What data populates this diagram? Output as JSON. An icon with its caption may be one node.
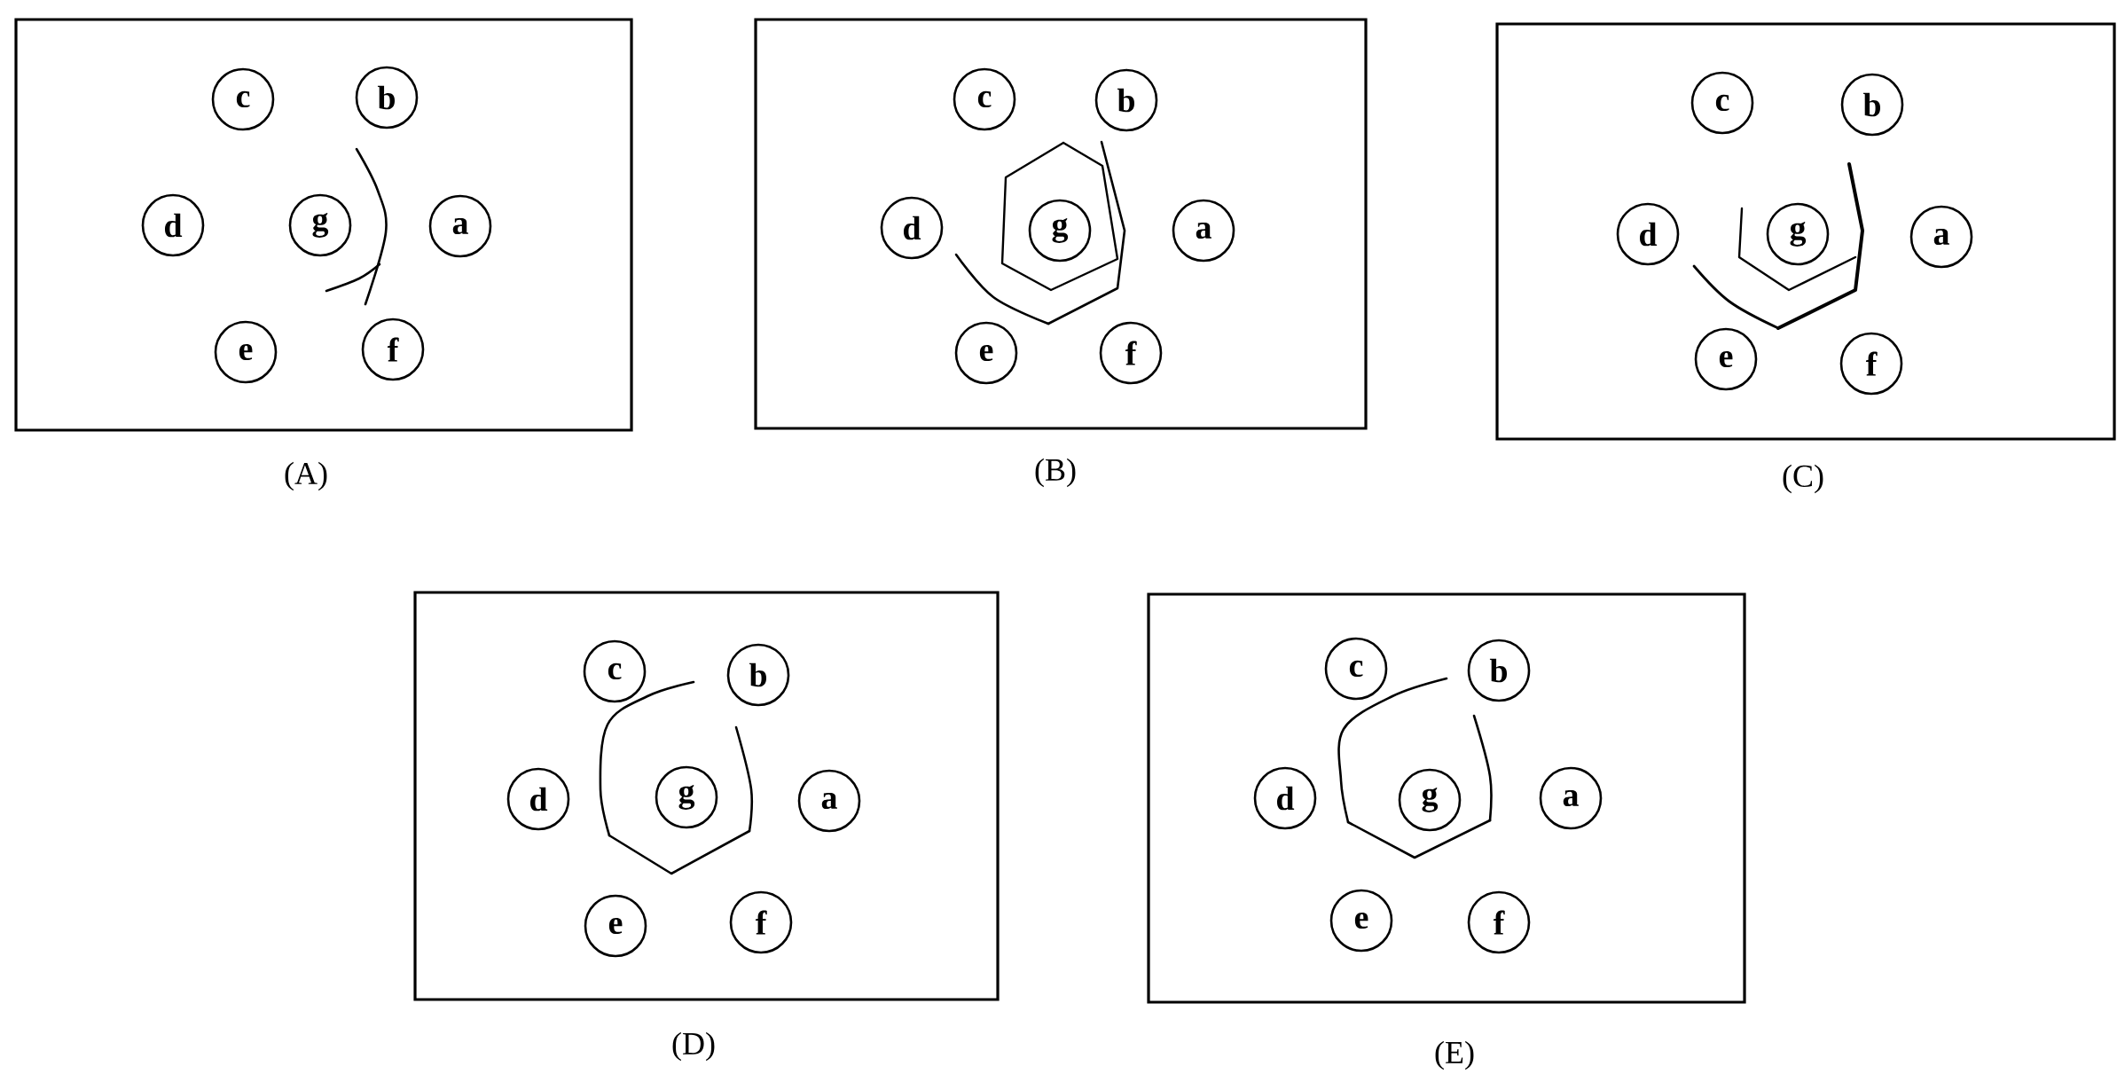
{
  "diagram": {
    "nodes": [
      {
        "text": [],
        "shape": "box",
        "beside": [
          "(A)"
        ]
      },
      {
        "text": [
          "c"
        ],
        "in": 0
      },
      {
        "text": [
          "b"
        ],
        "in": 0
      },
      {
        "text": [
          "d"
        ],
        "in": 0
      },
      {
        "text": [
          "g"
        ],
        "in": 0
      },
      {
        "text": [
          "a"
        ],
        "in": 0
      },
      {
        "text": [
          "e"
        ],
        "in": 0
      },
      {
        "text": [
          "f"
        ],
        "in": 0
      },
      {
        "text": [],
        "shape": "box",
        "beside": [
          "(B)"
        ]
      },
      {
        "text": [
          "c"
        ],
        "in": 8
      },
      {
        "text": [
          "b"
        ],
        "in": 8
      },
      {
        "text": [
          "d"
        ],
        "in": 8
      },
      {
        "text": [
          "g"
        ],
        "in": 8
      },
      {
        "text": [
          "a"
        ],
        "in": 8
      },
      {
        "text": [
          "e"
        ],
        "in": 8
      },
      {
        "text": [
          "f"
        ],
        "in": 8
      },
      {
        "text": [],
        "shape": "box",
        "beside": [
          "(C)"
        ]
      },
      {
        "text": [
          "c"
        ],
        "in": 16
      },
      {
        "text": [
          "b"
        ],
        "in": 16
      },
      {
        "text": [
          "d"
        ],
        "in": 16
      },
      {
        "text": [
          "g"
        ],
        "in": 16
      },
      {
        "text": [
          "a"
        ],
        "in": 16
      },
      {
        "text": [
          "e"
        ],
        "in": 16
      },
      {
        "text": [
          "f"
        ],
        "in": 16
      },
      {
        "text": [],
        "shape": "box",
        "beside": [
          "(D)"
        ]
      },
      {
        "text": [
          "c"
        ],
        "in": 24
      },
      {
        "text": [
          "b"
        ],
        "in": 24
      },
      {
        "text": [
          "d"
        ],
        "in": 24
      },
      {
        "text": [
          "g"
        ],
        "in": 24
      },
      {
        "text": [
          "a"
        ],
        "in": 24
      },
      {
        "text": [
          "e"
        ],
        "in": 24
      },
      {
        "text": [
          "f"
        ],
        "in": 24
      },
      {
        "text": [],
        "shape": "box",
        "beside": [
          "(E)"
        ]
      },
      {
        "text": [
          "c"
        ],
        "in": 32
      },
      {
        "text": [
          "b"
        ],
        "in": 32
      },
      {
        "text": [
          "d"
        ],
        "in": 32
      },
      {
        "text": [
          "g"
        ],
        "in": 32
      },
      {
        "text": [
          "a"
        ],
        "in": 32
      },
      {
        "text": [
          "e"
        ],
        "in": 32
      },
      {
        "text": [
          "f"
        ],
        "in": 32
      }
    ]
  }
}
